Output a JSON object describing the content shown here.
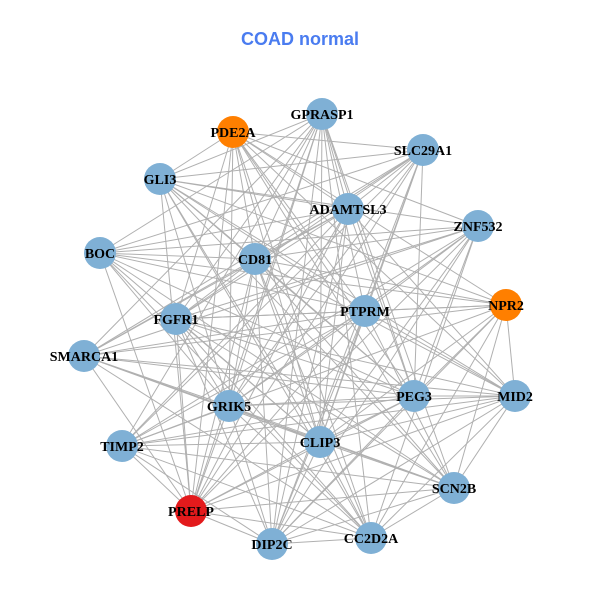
{
  "title": "COAD normal",
  "colors": {
    "default": "#7fb0d5",
    "orange": "#ff7f00",
    "red": "#e31a1c",
    "edge": "#b0b0b0",
    "title": "#4a7cf0"
  },
  "nodes": [
    {
      "id": "GPRASP1",
      "color": "default"
    },
    {
      "id": "PDE2A",
      "color": "orange"
    },
    {
      "id": "SLC29A1",
      "color": "default"
    },
    {
      "id": "GLI3",
      "color": "default"
    },
    {
      "id": "ADAMTSL3",
      "color": "default"
    },
    {
      "id": "ZNF532",
      "color": "default"
    },
    {
      "id": "BOC",
      "color": "default"
    },
    {
      "id": "CD81",
      "color": "default"
    },
    {
      "id": "NPR2",
      "color": "orange"
    },
    {
      "id": "FGFR1",
      "color": "default"
    },
    {
      "id": "PTPRM",
      "color": "default"
    },
    {
      "id": "SMARCA1",
      "color": "default"
    },
    {
      "id": "PEG3",
      "color": "default"
    },
    {
      "id": "MID2",
      "color": "default"
    },
    {
      "id": "GRIK5",
      "color": "default"
    },
    {
      "id": "TIMP2",
      "color": "default"
    },
    {
      "id": "CLIP3",
      "color": "default"
    },
    {
      "id": "SCN2B",
      "color": "default"
    },
    {
      "id": "PRELP",
      "color": "red"
    },
    {
      "id": "DIP2C",
      "color": "default"
    },
    {
      "id": "CC2D2A",
      "color": "default"
    }
  ],
  "adjacency": {
    "0": [
      3,
      4,
      6,
      7,
      9,
      10,
      11,
      12,
      14,
      15,
      16,
      17,
      18,
      19,
      20
    ],
    "1": [
      2,
      3,
      4,
      5,
      7,
      8,
      9,
      10,
      12,
      13,
      14,
      16,
      17,
      18,
      20
    ],
    "2": [
      3,
      4,
      6,
      7,
      9,
      10,
      11,
      12,
      14,
      15,
      16,
      18,
      19
    ],
    "3": [
      4,
      5,
      7,
      8,
      10,
      12,
      13,
      14,
      16,
      17,
      18,
      20
    ],
    "4": [
      6,
      7,
      9,
      11,
      12,
      13,
      14,
      15,
      16,
      18,
      19
    ],
    "5": [
      6,
      7,
      9,
      10,
      11,
      12,
      14,
      15,
      16,
      18,
      19,
      20
    ],
    "6": [
      7,
      8,
      10,
      12,
      14,
      16,
      17,
      18,
      20
    ],
    "7": [
      8,
      9,
      11,
      12,
      13,
      14,
      16,
      17,
      18,
      19,
      20
    ],
    "8": [
      9,
      10,
      11,
      12,
      13,
      15,
      16,
      17,
      19,
      20
    ],
    "9": [
      10,
      12,
      13,
      14,
      16,
      17,
      18,
      19,
      20
    ],
    "10": [
      11,
      13,
      14,
      15,
      16,
      17,
      18,
      19
    ],
    "11": [
      12,
      13,
      14,
      16,
      17,
      18,
      20
    ],
    "12": [
      13,
      14,
      15,
      16,
      18,
      19
    ],
    "13": [
      14,
      15,
      16,
      17,
      18,
      19,
      20
    ],
    "14": [
      15,
      16,
      17,
      18,
      19,
      20
    ],
    "15": [
      16,
      17,
      18,
      19,
      20
    ],
    "16": [
      17,
      18,
      19,
      20
    ],
    "17": [
      18,
      19,
      20
    ],
    "18": [
      19,
      20
    ],
    "19": [
      20
    ]
  }
}
